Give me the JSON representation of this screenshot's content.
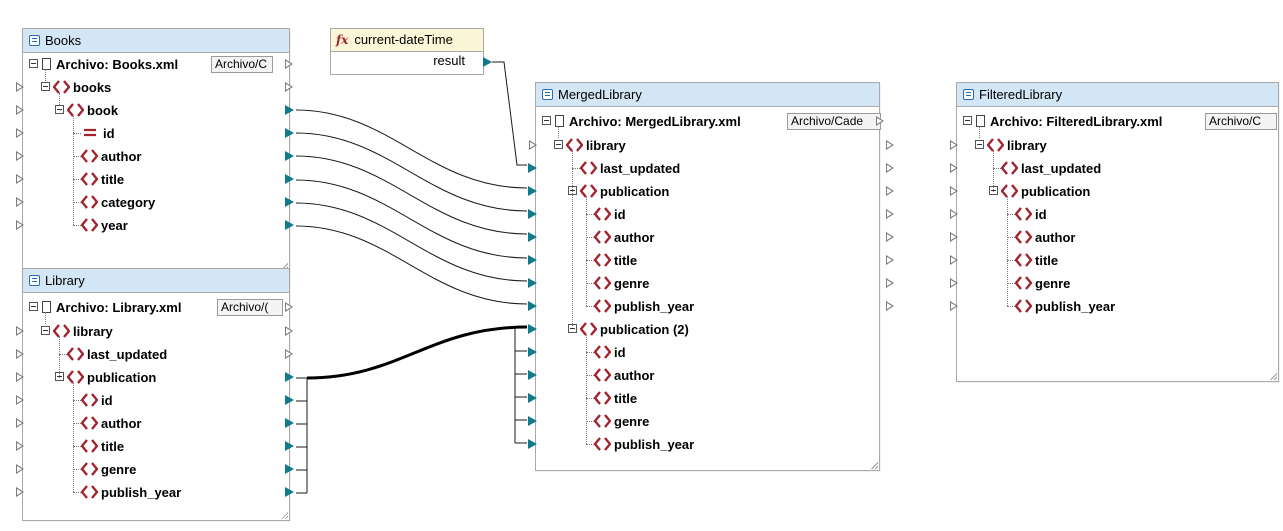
{
  "function": {
    "title": "current-dateTime",
    "output": "result"
  },
  "books": {
    "title": "Books",
    "file_label": "Archivo: Books.xml",
    "file_type": "Archivo/C",
    "nodes": {
      "root": "books",
      "item": "book",
      "id": "id",
      "author": "author",
      "title": "title",
      "category": "category",
      "year": "year"
    }
  },
  "library": {
    "title": "Library",
    "file_label": "Archivo: Library.xml",
    "file_type": "Archivo/(",
    "nodes": {
      "root": "library",
      "last_updated": "last_updated",
      "publication": "publication",
      "id": "id",
      "author": "author",
      "title": "title",
      "genre": "genre",
      "publish_year": "publish_year"
    }
  },
  "merged": {
    "title": "MergedLibrary",
    "file_label": "Archivo: MergedLibrary.xml",
    "file_type": "Archivo/Cade",
    "nodes": {
      "root": "library",
      "last_updated": "last_updated",
      "publication": "publication",
      "id": "id",
      "author": "author",
      "title": "title",
      "genre": "genre",
      "publish_year": "publish_year",
      "publication2": "publication (2)",
      "id2": "id",
      "author2": "author",
      "title2": "title",
      "genre2": "genre",
      "publish_year2": "publish_year"
    }
  },
  "filtered": {
    "title": "FilteredLibrary",
    "file_label": "Archivo: FilteredLibrary.xml",
    "file_type": "Archivo/C",
    "nodes": {
      "root": "library",
      "last_updated": "last_updated",
      "publication": "publication",
      "id": "id",
      "author": "author",
      "title": "title",
      "genre": "genre",
      "publish_year": "publish_year"
    }
  },
  "colors": {
    "title_bar": "#d3e6f6",
    "element_icon": "#a3232f",
    "connection": "#117a8b",
    "function_bar": "#fbf6d8"
  }
}
